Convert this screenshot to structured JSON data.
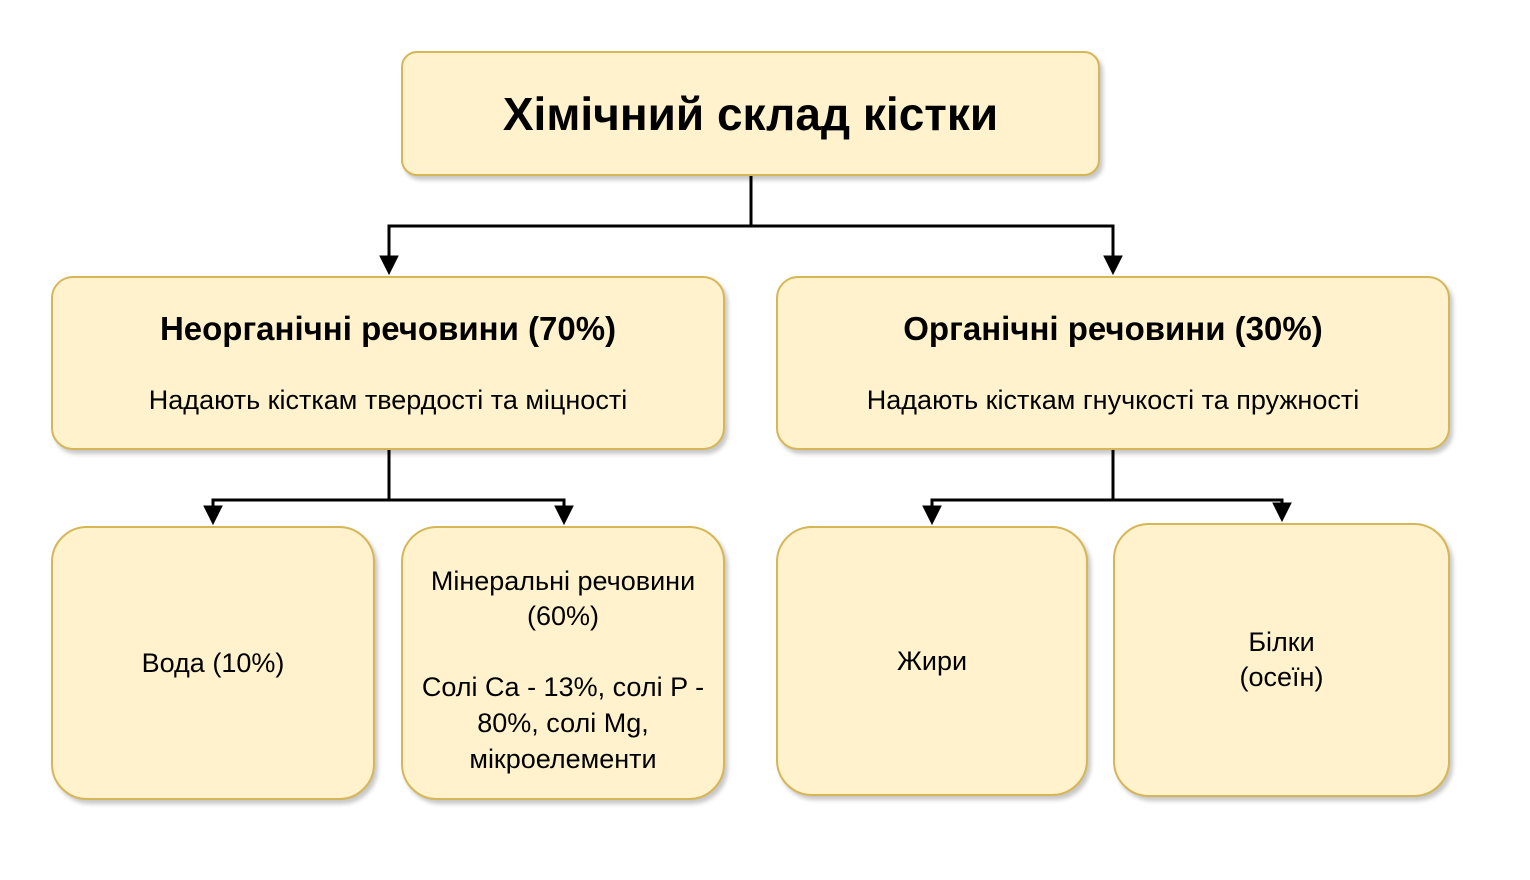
{
  "diagram": {
    "root": {
      "title": "Хімічний склад кістки"
    },
    "categories": [
      {
        "title": "Неорганічні речовини (70%)",
        "description": "Надають кісткам твердості та міцності",
        "children": [
          {
            "lines": [
              "Вода (10%)"
            ]
          },
          {
            "title_lines": [
              "Мінеральні речовини",
              "(60%)"
            ],
            "detail_lines": [
              "Солі Ca - 13%, солі P -",
              "80%, солі Mg,",
              "мікроелементи"
            ]
          }
        ]
      },
      {
        "title": "Органічні речовини (30%)",
        "description": "Надають кісткам гнучкості та пружності",
        "children": [
          {
            "lines": [
              "Жири"
            ]
          },
          {
            "lines": [
              "Білки",
              "(осеїн)"
            ]
          }
        ]
      }
    ],
    "colors": {
      "node_fill": "#fff2cc",
      "node_border": "#d6b656",
      "connector": "#000000"
    }
  }
}
